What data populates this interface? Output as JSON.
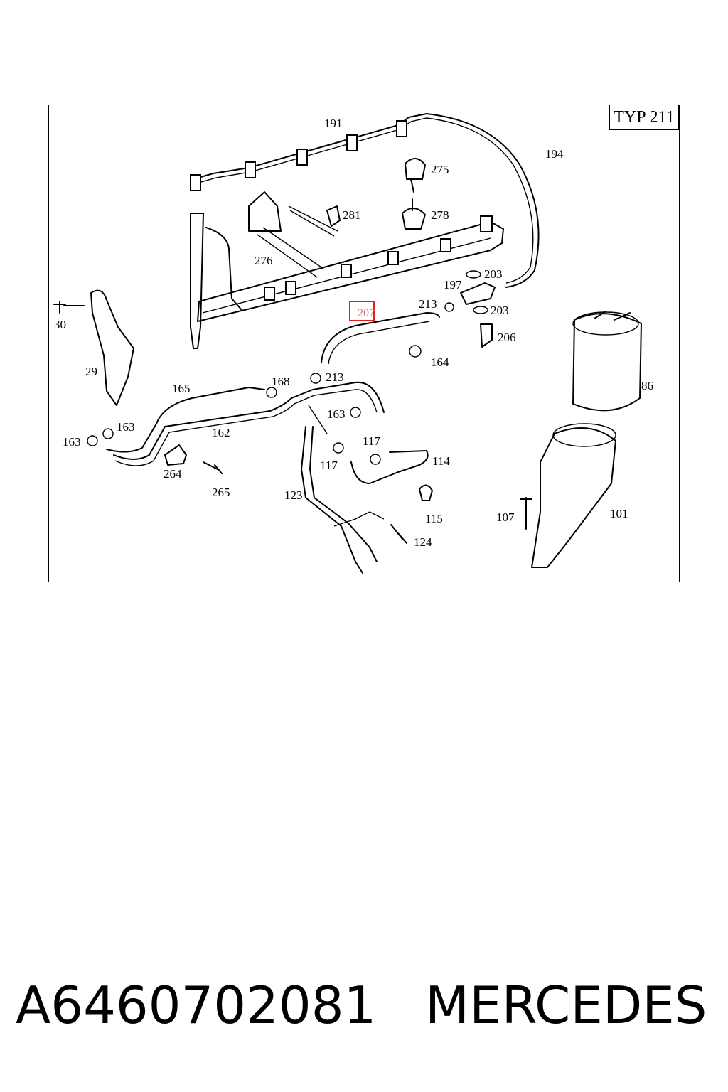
{
  "diagram": {
    "type_label": "TYP 211",
    "highlighted_part": "207",
    "callouts": {
      "c191": "191",
      "c194": "194",
      "c275": "275",
      "c281": "281",
      "c278": "278",
      "c276": "276",
      "c203a": "203",
      "c197": "197",
      "c213a": "213",
      "c203b": "203",
      "c206": "206",
      "c30": "30",
      "c29": "29",
      "c164": "164",
      "c86": "86",
      "c165": "165",
      "c168": "168",
      "c213b": "213",
      "c163a": "163",
      "c163b": "163",
      "c163c": "163",
      "c162": "162",
      "c117a": "117",
      "c114": "114",
      "c117b": "117",
      "c264": "264",
      "c265": "265",
      "c123": "123",
      "c115": "115",
      "c107": "107",
      "c101": "101",
      "c124": "124"
    }
  },
  "footer": {
    "part_number": "A6460702081",
    "brand": "MERCEDES"
  }
}
